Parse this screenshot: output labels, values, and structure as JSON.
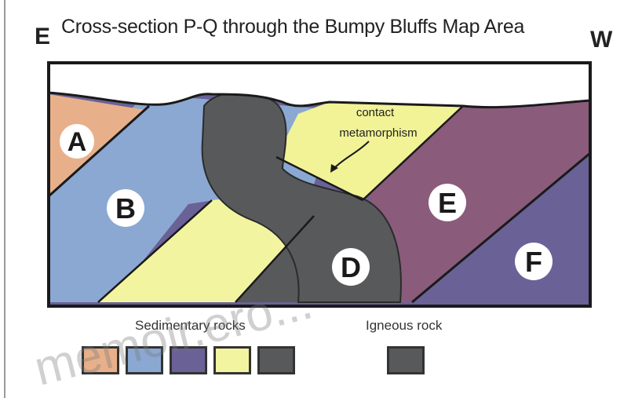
{
  "title": "Cross-section P-Q through the Bumpy Bluffs Map Area",
  "direction_left": "E",
  "direction_right": "W",
  "annotation": "contact metamorphism",
  "units": [
    "A",
    "B",
    "D",
    "E",
    "F"
  ],
  "legend": {
    "sedimentary_label": "Sedimentary rocks",
    "igneous_label": "Igneous rock",
    "sedimentary_colors": [
      "#e8b08a",
      "#8ba8d2",
      "#6a6197",
      "#f3f4a0",
      "#58595b"
    ],
    "igneous_color": "#58595b"
  },
  "watermark": "memoir.ero..."
}
